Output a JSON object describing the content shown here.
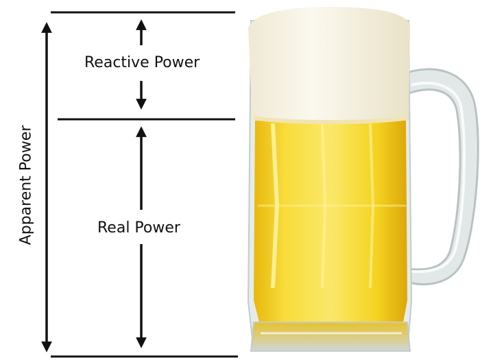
{
  "labels": {
    "reactive": "Reactive Power",
    "real": "Real Power",
    "apparent": "Apparent Power"
  },
  "image": {
    "subject": "beer-mug",
    "foam_color": "#f7f3e6",
    "beer_color": "#f4d320",
    "glass_color": "#dfe6e6"
  }
}
